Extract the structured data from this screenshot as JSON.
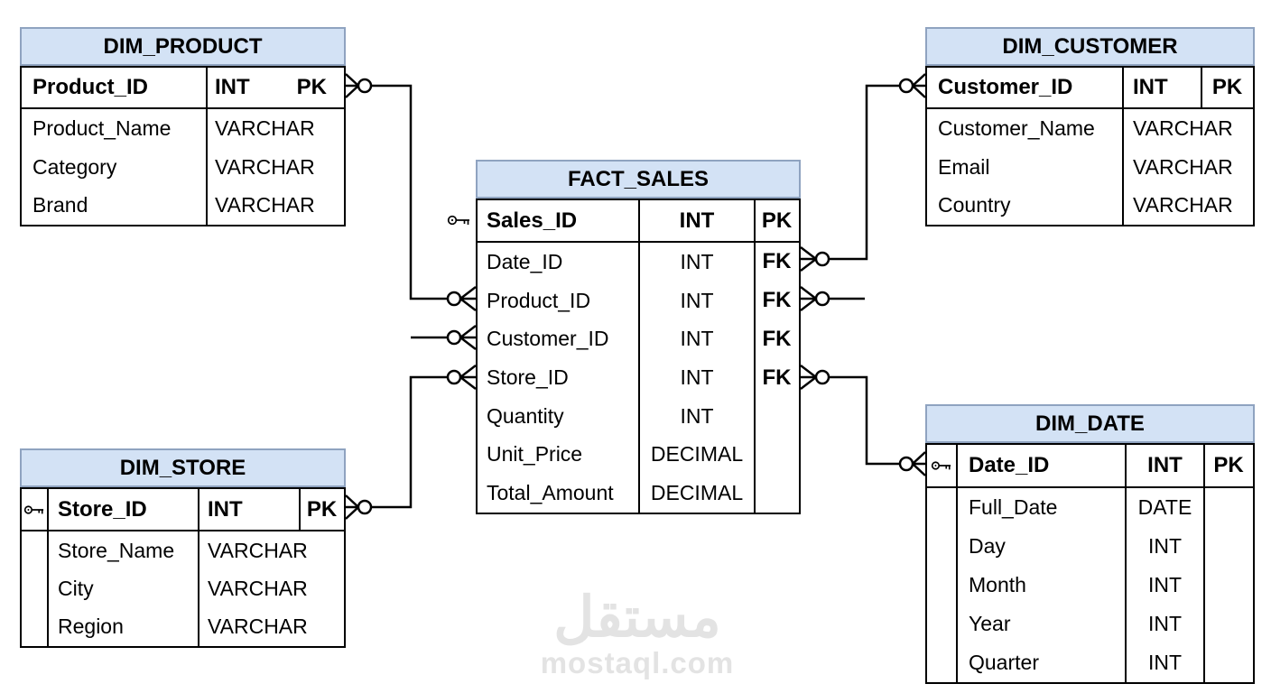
{
  "diagram_type": "entity-relationship (star schema, crow's foot notation)",
  "colors": {
    "header_fill": "#d3e2f5",
    "header_border": "#8fa3c0",
    "table_border": "#000000",
    "connector": "#000000",
    "watermark": "#e3e3e3"
  },
  "watermark": {
    "logo_arabic": "مستقل",
    "site": "mostaql.com"
  },
  "tables": [
    {
      "id": "dim_product",
      "title": "DIM_PRODUCT",
      "key_icon": false,
      "pk_row": {
        "name": "Product_ID",
        "type": "INT",
        "flag": "PK"
      },
      "rows": [
        {
          "name": "Product_Name",
          "type": "VARCHAR",
          "flag": ""
        },
        {
          "name": "Category",
          "type": "VARCHAR",
          "flag": ""
        },
        {
          "name": "Brand",
          "type": "VARCHAR",
          "flag": ""
        }
      ]
    },
    {
      "id": "dim_customer",
      "title": "DIM_CUSTOMER",
      "key_icon": false,
      "pk_row": {
        "name": "Customer_ID",
        "type": "INT",
        "flag": "PK"
      },
      "rows": [
        {
          "name": "Customer_Name",
          "type": "VARCHAR",
          "flag": ""
        },
        {
          "name": "Email",
          "type": "VARCHAR",
          "flag": ""
        },
        {
          "name": "Country",
          "type": "VARCHAR",
          "flag": ""
        }
      ]
    },
    {
      "id": "fact_sales",
      "title": "FACT_SALES",
      "key_icon": true,
      "pk_row": {
        "name": "Sales_ID",
        "type": "INT",
        "flag": "PK"
      },
      "rows": [
        {
          "name": "Date_ID",
          "type": "INT",
          "flag": "FK"
        },
        {
          "name": "Product_ID",
          "type": "INT",
          "flag": "FK"
        },
        {
          "name": "Customer_ID",
          "type": "INT",
          "flag": "FK"
        },
        {
          "name": "Store_ID",
          "type": "INT",
          "flag": "FK"
        },
        {
          "name": "Quantity",
          "type": "INT",
          "flag": ""
        },
        {
          "name": "Unit_Price",
          "type": "DECIMAL",
          "flag": ""
        },
        {
          "name": "Total_Amount",
          "type": "DECIMAL",
          "flag": ""
        }
      ]
    },
    {
      "id": "dim_store",
      "title": "DIM_STORE",
      "key_icon": true,
      "pk_row": {
        "name": "Store_ID",
        "type": "INT",
        "flag": "PK"
      },
      "rows": [
        {
          "name": "Store_Name",
          "type": "VARCHAR",
          "flag": ""
        },
        {
          "name": "City",
          "type": "VARCHAR",
          "flag": ""
        },
        {
          "name": "Region",
          "type": "VARCHAR",
          "flag": ""
        }
      ]
    },
    {
      "id": "dim_date",
      "title": "DIM_DATE",
      "key_icon": true,
      "pk_row": {
        "name": "Date_ID",
        "type": "INT",
        "flag": "PK"
      },
      "rows": [
        {
          "name": "Full_Date",
          "type": "DATE",
          "flag": ""
        },
        {
          "name": "Day",
          "type": "INT",
          "flag": ""
        },
        {
          "name": "Month",
          "type": "INT",
          "flag": ""
        },
        {
          "name": "Year",
          "type": "INT",
          "flag": ""
        },
        {
          "name": "Quarter",
          "type": "INT",
          "flag": ""
        }
      ]
    }
  ],
  "relationships": [
    {
      "from": "DIM_PRODUCT:Product_ID",
      "to": "FACT_SALES:Product_ID",
      "notation": "zero-or-many at both ends"
    },
    {
      "from": "DIM_STORE:Store_ID",
      "to": "FACT_SALES:Store_ID",
      "notation": "zero-or-many at both ends"
    },
    {
      "from": "FACT_SALES:Date_ID",
      "to": "DIM_CUSTOMER:Customer_ID",
      "notation": "zero-or-many at both ends"
    },
    {
      "from": "FACT_SALES:Store_ID",
      "to": "DIM_DATE:Date_ID",
      "notation": "zero-or-many at both ends"
    },
    {
      "from": "FACT_SALES:Customer_ID",
      "to": null,
      "notation": "dangling stub to the left"
    },
    {
      "from": "FACT_SALES:Product_ID",
      "to": null,
      "notation": "dangling stub to the right"
    }
  ]
}
